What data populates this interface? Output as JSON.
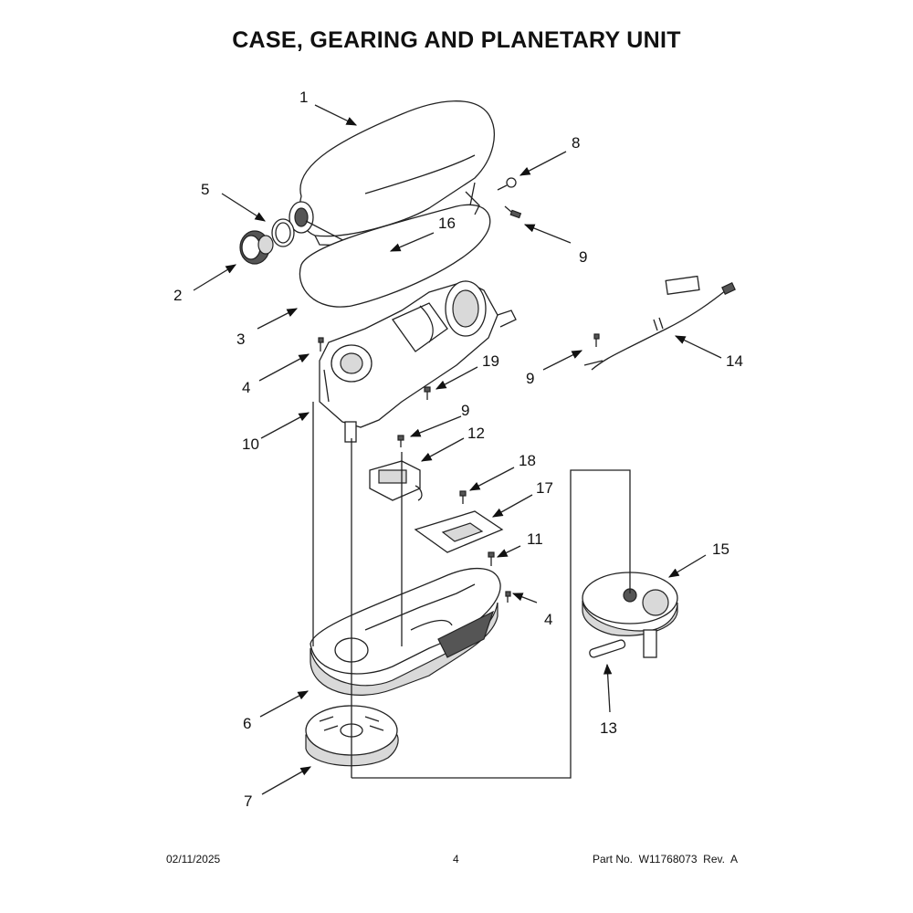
{
  "header": {
    "title": "CASE, GEARING AND PLANETARY UNIT"
  },
  "callouts": [
    {
      "label": "1"
    },
    {
      "label": "2"
    },
    {
      "label": "3"
    },
    {
      "label": "4"
    },
    {
      "label": "4"
    },
    {
      "label": "5"
    },
    {
      "label": "6"
    },
    {
      "label": "7"
    },
    {
      "label": "8"
    },
    {
      "label": "9"
    },
    {
      "label": "9"
    },
    {
      "label": "9"
    },
    {
      "label": "10"
    },
    {
      "label": "11"
    },
    {
      "label": "12"
    },
    {
      "label": "13"
    },
    {
      "label": "14"
    },
    {
      "label": "15"
    },
    {
      "label": "16"
    },
    {
      "label": "17"
    },
    {
      "label": "18"
    },
    {
      "label": "19"
    }
  ],
  "footer": {
    "date": "02/11/2025",
    "page": "4",
    "part": "Part No.  W11768073  Rev.  A"
  }
}
